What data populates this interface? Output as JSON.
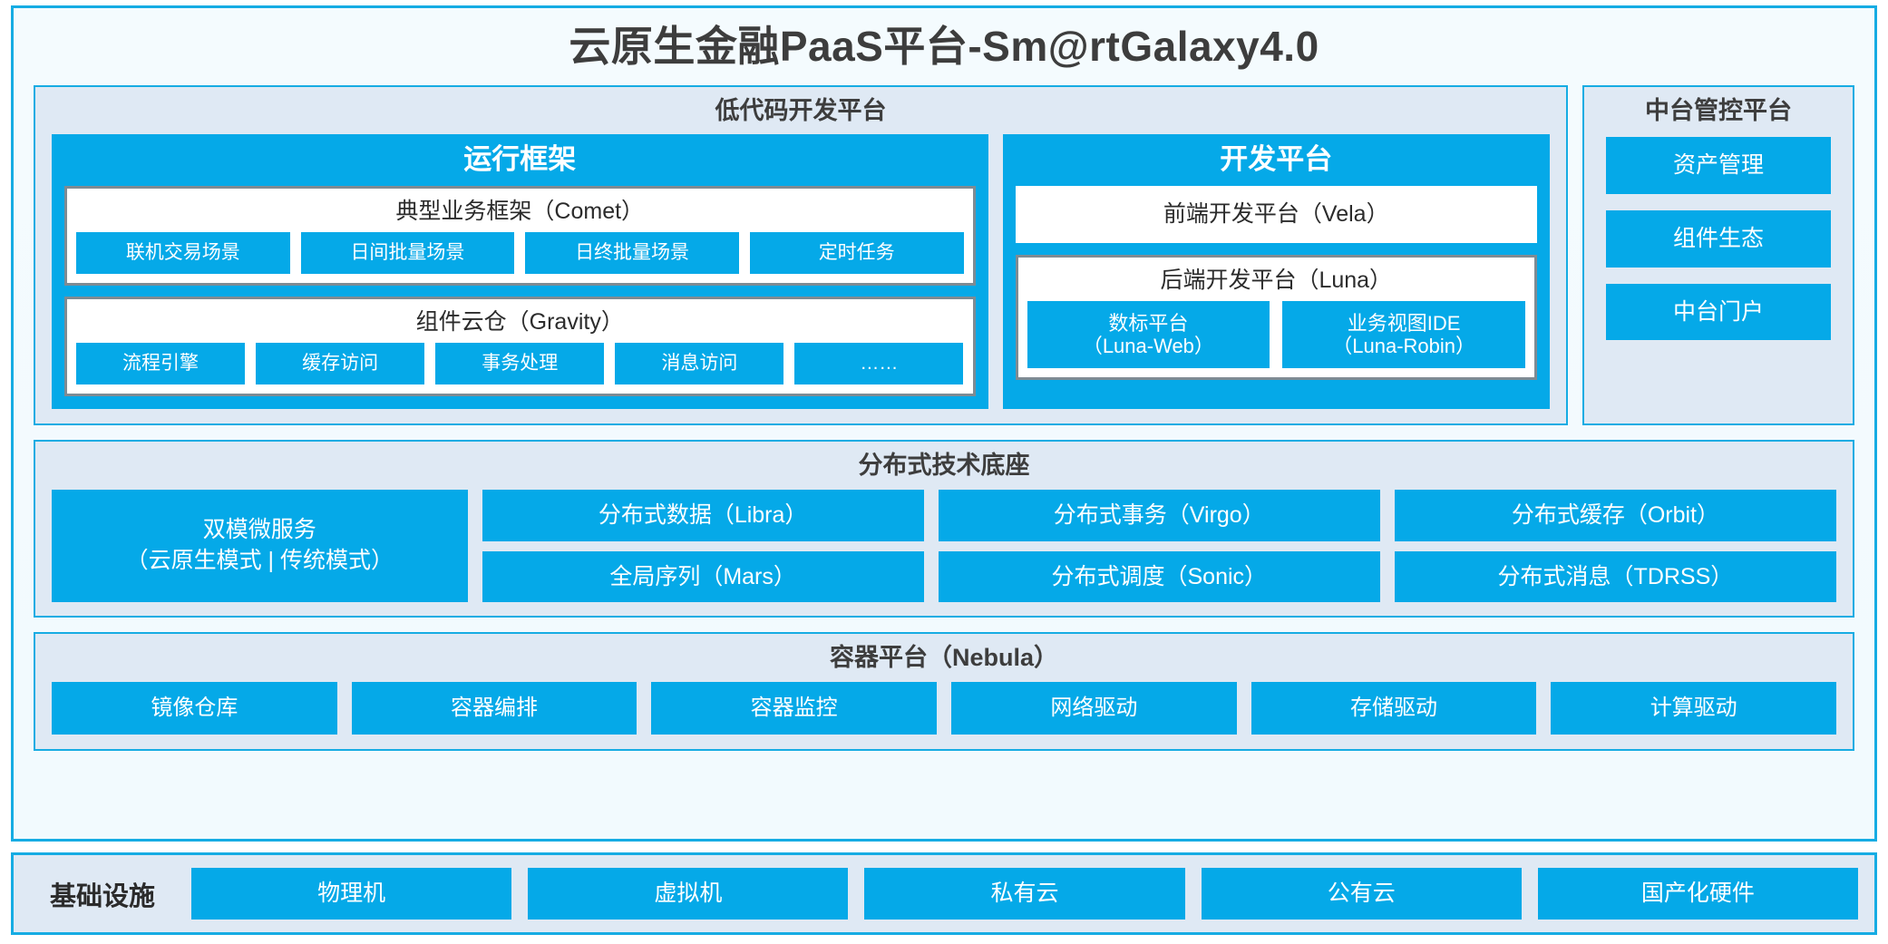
{
  "title": "云原生金融PaaS平台-Sm@rtGalaxy4.0",
  "colors": {
    "accent": "#16ace3",
    "chip": "#05a9e8",
    "panel_bg": "#dfe9f4",
    "card_bg": "#f4fbfe",
    "group_border": "#7e8b93",
    "text_dark": "#3d3d3d"
  },
  "lowcode": {
    "title": "低代码开发平台",
    "runtime": {
      "title": "运行框架",
      "comet": {
        "title": "典型业务框架（Comet）",
        "chips": [
          "联机交易场景",
          "日间批量场景",
          "日终批量场景",
          "定时任务"
        ]
      },
      "gravity": {
        "title": "组件云仓（Gravity）",
        "chips": [
          "流程引擎",
          "缓存访问",
          "事务处理",
          "消息访问",
          "……"
        ]
      }
    },
    "devplatform": {
      "title": "开发平台",
      "frontend": "前端开发平台（Vela）",
      "backend": {
        "title": "后端开发平台（Luna）",
        "chips": [
          "数标平台\n（Luna-Web）",
          "业务视图IDE\n（Luna-Robin）"
        ]
      }
    }
  },
  "midplatform": {
    "title": "中台管控平台",
    "items": [
      "资产管理",
      "组件生态",
      "中台门户"
    ]
  },
  "distributed": {
    "title": "分布式技术底座",
    "wide": "双模微服务\n（云原生模式 | 传统模式）",
    "columns": [
      [
        "分布式数据（Libra）",
        "全局序列（Mars）"
      ],
      [
        "分布式事务（Virgo）",
        "分布式调度（Sonic）"
      ],
      [
        "分布式缓存（Orbit）",
        "分布式消息（TDRSS）"
      ]
    ]
  },
  "container": {
    "title": "容器平台（Nebula）",
    "items": [
      "镜像仓库",
      "容器编排",
      "容器监控",
      "网络驱动",
      "存储驱动",
      "计算驱动"
    ]
  },
  "infrastructure": {
    "label": "基础设施",
    "items": [
      "物理机",
      "虚拟机",
      "私有云",
      "公有云",
      "国产化硬件"
    ]
  }
}
